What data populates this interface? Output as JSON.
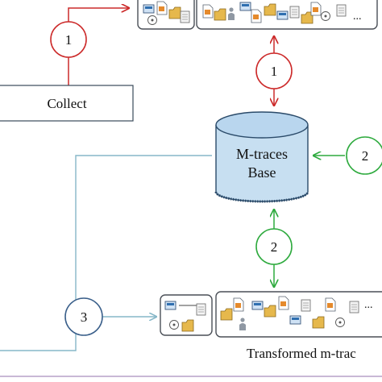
{
  "diagram": {
    "collect_label": "Collect",
    "base_label_line1": "M-traces",
    "base_label_line2": "Base",
    "transformed_label": "Transformed m-trac",
    "ellipsis_top": "...",
    "ellipsis_bottom": "...",
    "step_collect_top": "1",
    "step_collect_right": "1",
    "step_transform_right": "2",
    "step_transform_bottom": "2",
    "step_three": "3"
  },
  "colors": {
    "step1": "#cc2a2a",
    "step2": "#2eaa3e",
    "step3": "#3a5f8a",
    "connector": "#86b7c8",
    "cylinder_fill": "#c7dff1",
    "cylinder_stroke": "#2b4b6a",
    "panel_stroke": "#4a4f57"
  }
}
